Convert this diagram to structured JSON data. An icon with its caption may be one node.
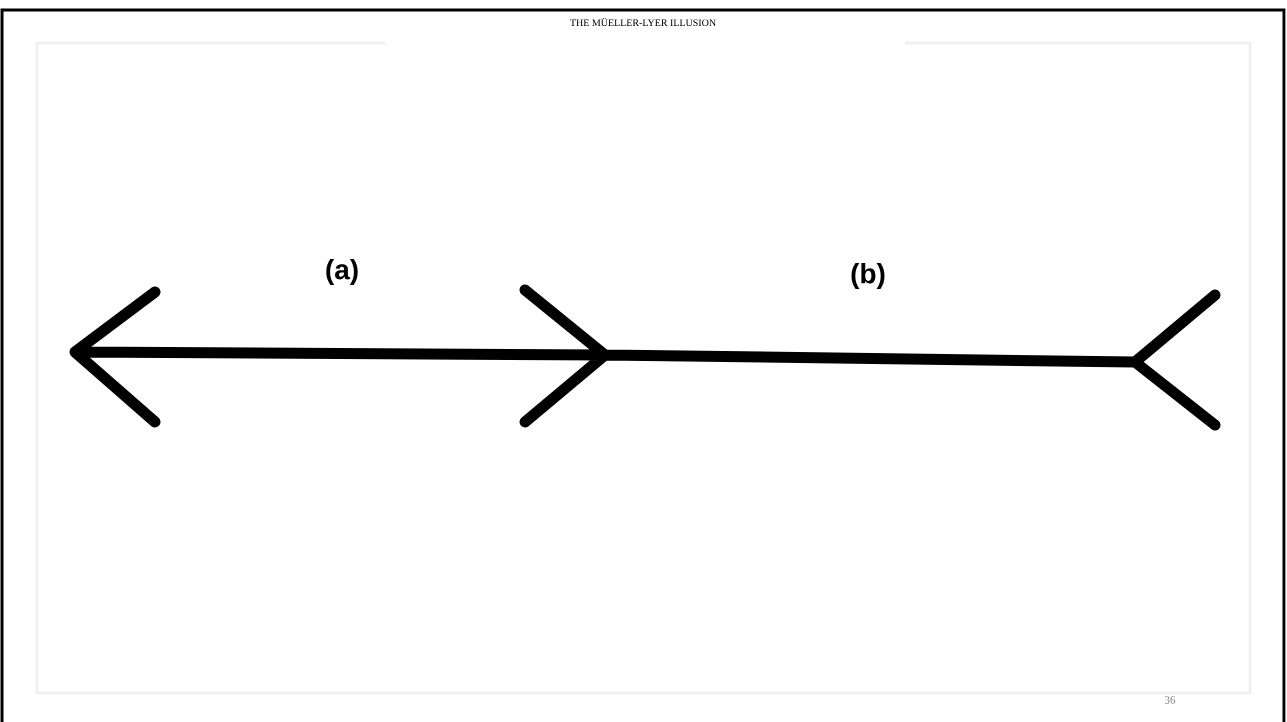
{
  "diagram": {
    "title": "THE MÜELLER-LYER ILLUSION",
    "labels": [
      "(a)",
      "(b)",
      "36"
    ]
  }
}
